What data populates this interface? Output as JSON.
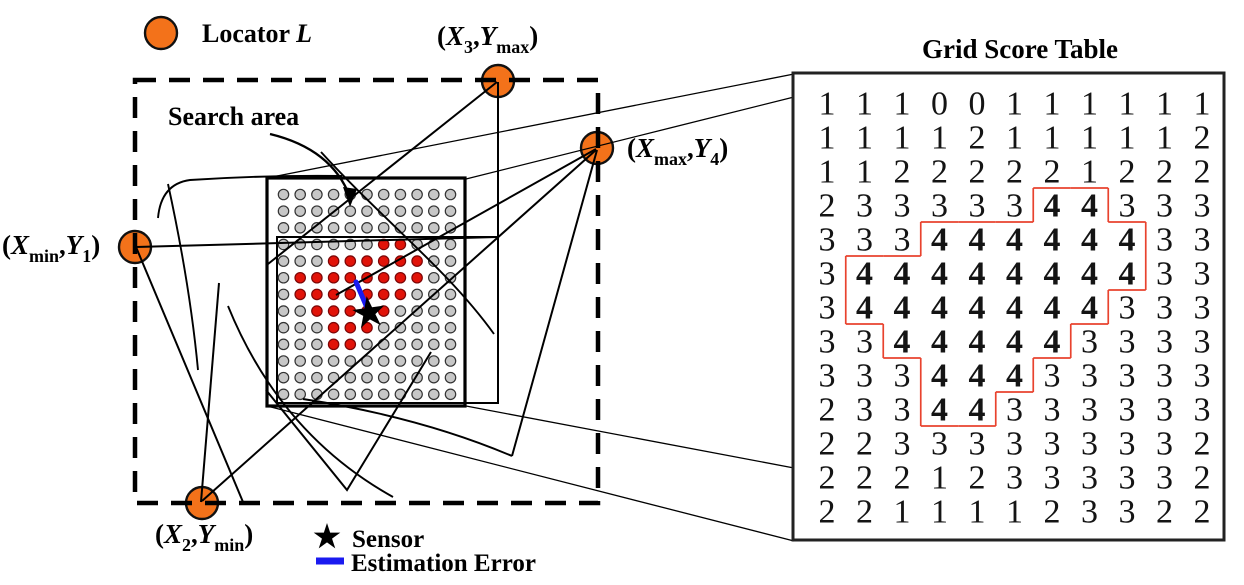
{
  "figure": {
    "search_area_label": "Search area",
    "legend": {
      "locator_label": "Locator ",
      "locator_symbol": "L",
      "sensor_label": "Sensor",
      "error_label": "Estimation Error"
    },
    "coordinate_labels": {
      "left": {
        "open": "(",
        "var1": "X",
        "sub1": "min",
        "sep": ",",
        "var2": "Y",
        "sub2": "1",
        "close": ")"
      },
      "bottom": {
        "open": "(",
        "var1": "X",
        "sub1": "2",
        "sep": ",",
        "var2": "Y",
        "sub2": "min",
        "close": ")"
      },
      "top": {
        "open": "(",
        "var1": "X",
        "sub1": "3",
        "sep": ",",
        "var2": "Y",
        "sub2": "max",
        "close": ")"
      },
      "right": {
        "open": "(",
        "var1": "X",
        "sub1": "max",
        "sep": ",",
        "var2": "Y",
        "sub2": "4",
        "close": ")"
      }
    }
  },
  "table": {
    "title": "Grid Score Table"
  },
  "chart_data": {
    "type": "heatmap",
    "title": "Grid Score Table",
    "rows": 13,
    "cols": 11,
    "highlight_value": 4,
    "values": [
      [
        1,
        1,
        1,
        0,
        0,
        1,
        1,
        1,
        1,
        1,
        1
      ],
      [
        1,
        1,
        1,
        1,
        2,
        1,
        1,
        1,
        1,
        1,
        2
      ],
      [
        1,
        1,
        2,
        2,
        2,
        2,
        2,
        1,
        2,
        2,
        2
      ],
      [
        2,
        3,
        3,
        3,
        3,
        3,
        4,
        4,
        3,
        3,
        3
      ],
      [
        3,
        3,
        3,
        4,
        4,
        4,
        4,
        4,
        4,
        3,
        3
      ],
      [
        3,
        4,
        4,
        4,
        4,
        4,
        4,
        4,
        4,
        3,
        3
      ],
      [
        3,
        4,
        4,
        4,
        4,
        4,
        4,
        4,
        3,
        3,
        3
      ],
      [
        3,
        3,
        4,
        4,
        4,
        4,
        4,
        3,
        3,
        3,
        3
      ],
      [
        3,
        3,
        3,
        4,
        4,
        4,
        3,
        3,
        3,
        3,
        3
      ],
      [
        2,
        3,
        3,
        4,
        4,
        3,
        3,
        3,
        3,
        3,
        3
      ],
      [
        2,
        2,
        3,
        3,
        3,
        3,
        3,
        3,
        3,
        3,
        2
      ],
      [
        2,
        2,
        2,
        1,
        2,
        3,
        3,
        3,
        3,
        3,
        2
      ],
      [
        2,
        2,
        1,
        1,
        1,
        1,
        2,
        3,
        3,
        2,
        2
      ]
    ]
  },
  "colors": {
    "locator_orange": "#f3721a",
    "score_red": "#dd1405",
    "outline_red": "#e8432e",
    "dot_gray": "#c7c7c7",
    "dot_red": "#e11309",
    "error_blue": "#1a1af0"
  }
}
